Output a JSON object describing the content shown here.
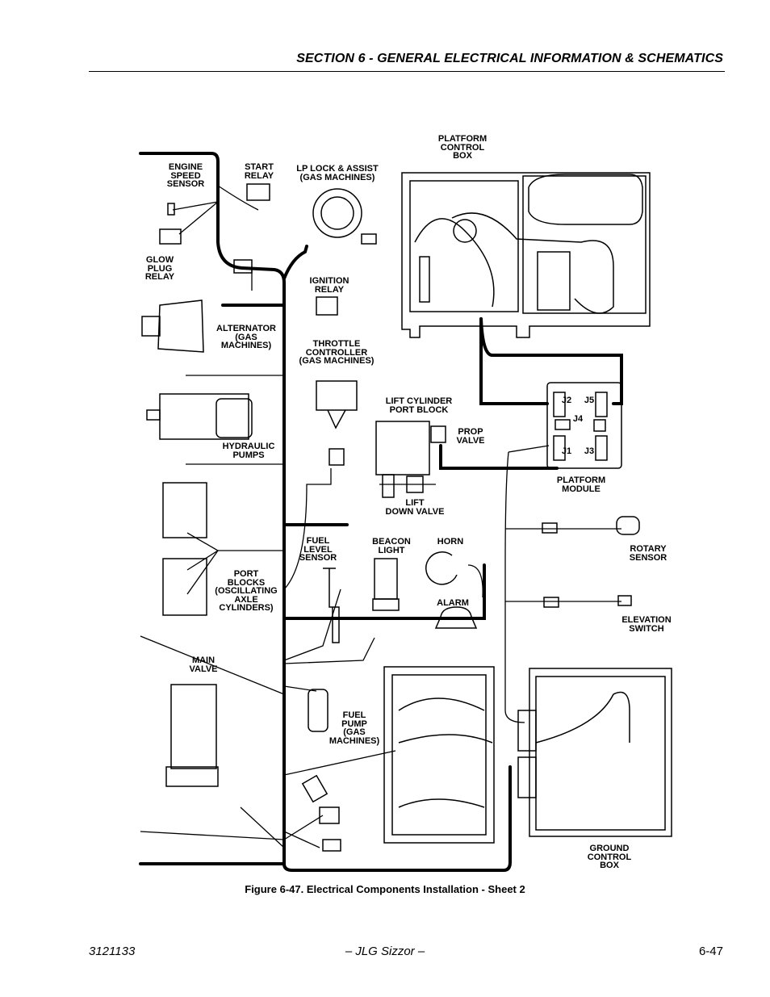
{
  "header": {
    "section_title": "SECTION 6 - GENERAL ELECTRICAL INFORMATION & SCHEMATICS"
  },
  "labels": {
    "engine_speed_sensor": "ENGINE\nSPEED\nSENSOR",
    "start_relay": "START\nRELAY",
    "lp_lock": "LP LOCK & ASSIST\n(GAS MACHINES)",
    "platform_control_box": "PLATFORM\nCONTROL\nBOX",
    "glow_plug_relay": "GLOW\nPLUG\nRELAY",
    "ignition_relay": "IGNITION\nRELAY",
    "alternator": "ALTERNATOR\n(GAS\nMACHINES)",
    "throttle_controller": "THROTTLE\nCONTROLLER\n(GAS MACHINES)",
    "lift_cylinder_port_block": "LIFT CYLINDER\nPORT BLOCK",
    "prop_valve": "PROP\nVALVE",
    "hydraulic_pumps": "HYDRAULIC\nPUMPS",
    "platform_module": "PLATFORM\nMODULE",
    "lift_down_valve": "LIFT\nDOWN VALVE",
    "fuel_level_sensor": "FUEL\nLEVEL\nSENSOR",
    "beacon_light": "BEACON\nLIGHT",
    "horn": "HORN",
    "rotary_sensor": "ROTARY\nSENSOR",
    "port_blocks": "PORT\nBLOCKS\n(OSCILLATING\nAXLE\nCYLINDERS)",
    "alarm": "ALARM",
    "elevation_switch": "ELEVATION\nSWITCH",
    "main_valve": "MAIN\nVALVE",
    "fuel_pump": "FUEL\nPUMP\n(GAS\nMACHINES)",
    "ground_control_box": "GROUND\nCONTROL\nBOX"
  },
  "connectors": {
    "j1": "J1",
    "j2": "J2",
    "j3": "J3",
    "j4": "J4",
    "j5": "J5"
  },
  "caption": "Figure 6-47.  Electrical Components Installation - Sheet 2",
  "footer": {
    "doc_number": "3121133",
    "title": "– JLG Sizzor –",
    "page": "6-47"
  }
}
